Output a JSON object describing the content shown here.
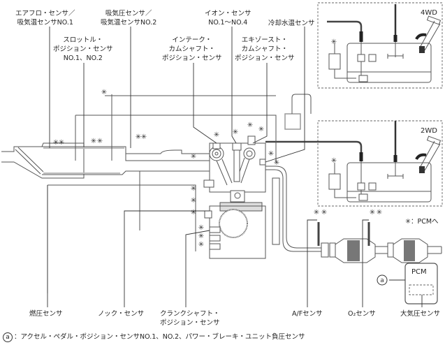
{
  "labels": {
    "airflow_sensor": [
      "エアフロ・センサ／",
      "吸気温センサNO.1"
    ],
    "map_sensor": [
      "吸気圧センサ／",
      "吸気温センサNO.2"
    ],
    "ion_sensor": [
      "イオン・センサ",
      "NO.1〜NO.4"
    ],
    "coolant_temp_sensor": "冷却水温センサ",
    "throttle_position_sensor": [
      "スロットル・",
      "ポジション・センサ",
      "NO.1、NO.2"
    ],
    "intake_cam_sensor": [
      "インテーク・",
      "カムシャフト・",
      "ポジション・センサ"
    ],
    "exhaust_cam_sensor": [
      "エキゾースト・",
      "カムシャフト・",
      "ポジション・センサ"
    ],
    "fuel_pressure_sensor": "燃圧センサ",
    "knock_sensor": "ノック・センサ",
    "crankshaft_sensor": [
      "クランクシャフト・",
      "ポジション・センサ"
    ],
    "af_sensor": "A/Fセンサ",
    "o2_sensor": "O₂センサ",
    "baro_sensor": "大気圧センサ",
    "pcm": "PCM",
    "variant_4wd": "4WD",
    "variant_2wd": "2WD",
    "legend_asterisk": "✳：PCMへ",
    "circle_a": "a",
    "footnote": "：アクセル・ペダル・ポジション・センサNO.1、NO.2、パワー・ブレーキ・ユニット負圧センサ"
  },
  "asterisk_symbol": "✳"
}
